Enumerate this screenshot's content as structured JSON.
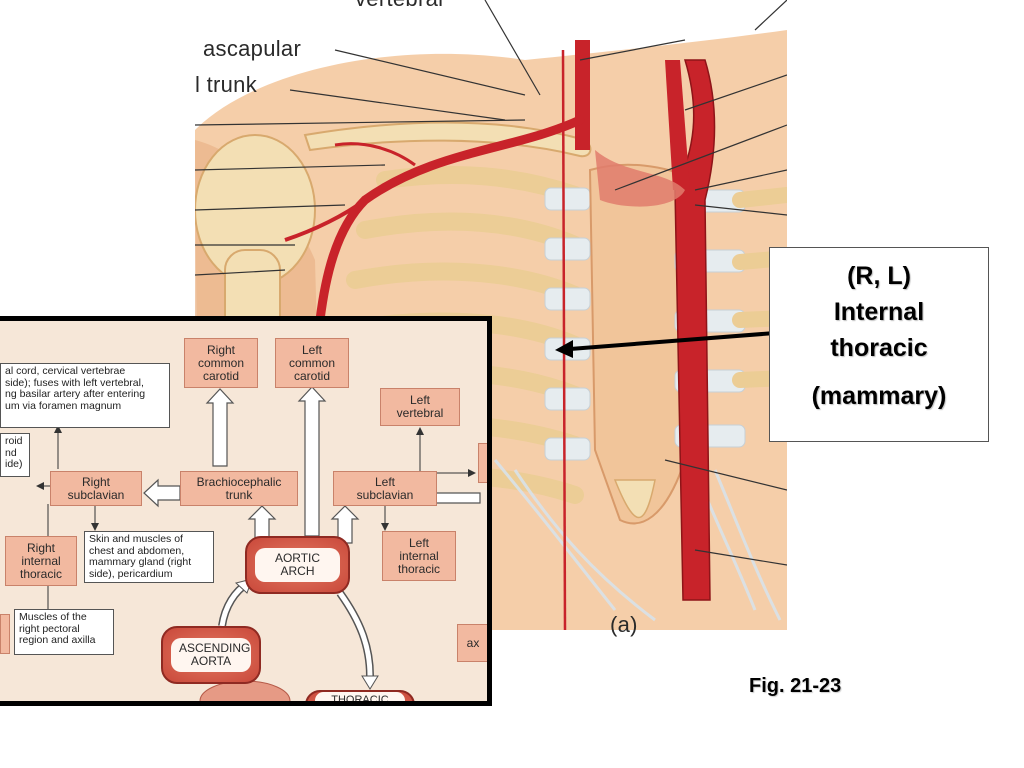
{
  "anatomy": {
    "text_fragments": {
      "top_left_1": "ascapular",
      "top_left_2": "l trunk",
      "top_center": "vertebral",
      "bottom_label": "(a)"
    }
  },
  "callout": {
    "line1": "(R, L)",
    "line2": "Internal",
    "line3": "thoracic",
    "line4": "(mammary)"
  },
  "caption": "Fig. 21-23",
  "flowchart": {
    "boxes": {
      "right_common_carotid": "Right\ncommon\ncarotid",
      "left_common_carotid": "Left\ncommon\ncarotid",
      "left_vertebral": "Left\nvertebral",
      "right_subclavian": "Right\nsubclavian",
      "brachiocephalic_trunk": "Brachiocephalic\ntrunk",
      "left_subclavian": "Left\nsubclavian",
      "right_internal_thoracic": "Right\ninternal\nthoracic",
      "left_internal_thoracic": "Left\ninternal\nthoracic",
      "right_edge_partial": "ax"
    },
    "pills": {
      "aortic_arch": "AORTIC\nARCH",
      "ascending_aorta": "ASCENDING\nAORTA",
      "thoracic": "THORACIC"
    },
    "notes": {
      "vertebral_note": "al cord, cervical vertebrae\n side); fuses with left vertebral,\nng basilar artery after entering\num via foramen magnum",
      "thyroid_note": "roid\nnd\nide)",
      "skin_note": "Skin and muscles of\nchest and abdomen,\nmammary gland (right\nside), pericardium",
      "pectoral_note": "Muscles of the\nright pectoral\nregion and axilla"
    }
  },
  "colors": {
    "artery": "#c8232a",
    "skin": "#f4c9a0",
    "bone": "#f3dfb4",
    "flow_bg": "#f6e7d8",
    "flow_box": "#f2b9a0"
  }
}
